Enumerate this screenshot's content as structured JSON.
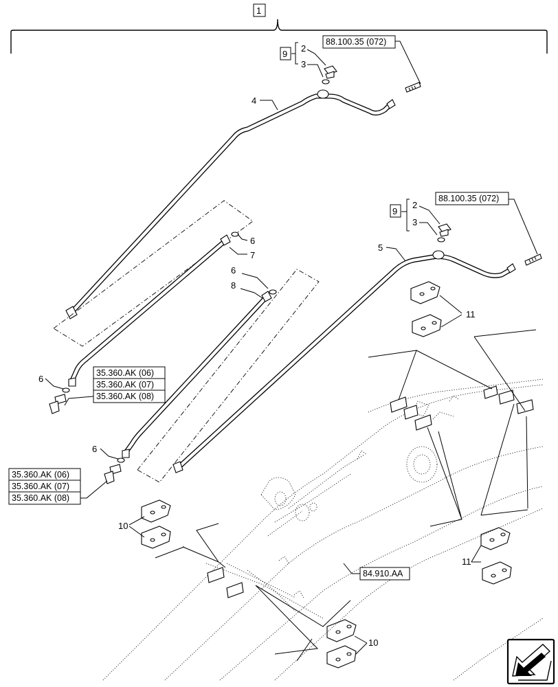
{
  "diagram": {
    "assembly_number": "1",
    "kit_number": "9",
    "ref_bolt": "88.100.35 (072)",
    "ref_stack": [
      "35.360.AK (06)",
      "35.360.AK (07)",
      "35.360.AK (08)"
    ],
    "ref_boom": "84.910.AA",
    "callouts": {
      "c2": "2",
      "c3": "3",
      "c4": "4",
      "c5": "5",
      "c6": "6",
      "c7": "7",
      "c8": "8",
      "c10": "10",
      "c11": "11"
    },
    "nav_icon": "arrow-lower-left-icon"
  }
}
